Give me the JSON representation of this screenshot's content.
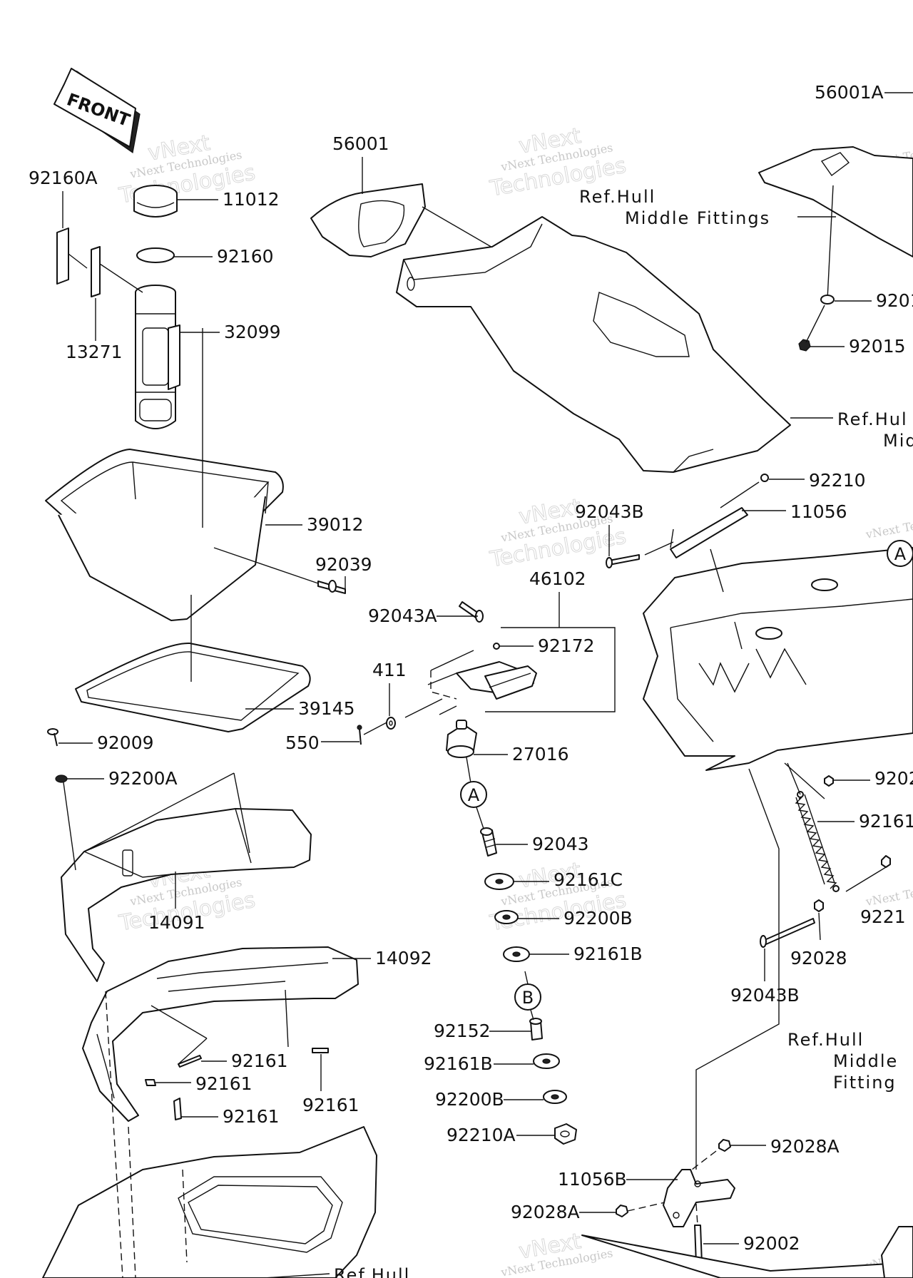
{
  "front_badge": "FRONT",
  "watermark": {
    "line1": "vNext",
    "line2": "Technologies",
    "full": "vNext Technologies"
  },
  "labels": {
    "p56001A": "56001A",
    "p56001": "56001",
    "p92160A": "92160A",
    "p11012": "11012",
    "p92160": "92160",
    "p32099": "32099",
    "p13271": "13271",
    "p92015": "92015",
    "p92210": "92210",
    "p92043B_top": "92043B",
    "p11056": "11056",
    "p46102": "46102",
    "p39012": "39012",
    "p92039": "92039",
    "p92043A": "92043A",
    "p92172": "92172",
    "p411": "411",
    "p39145": "39145",
    "p550": "550",
    "p27016": "27016",
    "p92009": "92009",
    "p92200A": "92200A",
    "p92043": "92043",
    "p92161C": "92161C",
    "p92200B_a": "92200B",
    "p92161B_a": "92161B",
    "p14091": "14091",
    "p14092": "14092",
    "p92152": "92152",
    "p92161B_b": "92161B",
    "p92200B_b": "92200B",
    "p92210A": "92210A",
    "p92161_a": "92161",
    "p92161_b": "92161",
    "p92161_c": "92161",
    "p92161_d": "92161",
    "p92028": "92028",
    "p92043B_bot": "92043B",
    "p92028A_a": "92028A",
    "p11056B": "11056B",
    "p92028A_b": "92028A",
    "p92002": "92002",
    "cut_9201": "9201",
    "cut_9202": "9202",
    "cut_92161": "92161",
    "cut_9221": "9221"
  },
  "refs": {
    "top_line1": "Ref.Hull",
    "top_line2": "Middle Fittings",
    "right_line1": "Ref.Hul",
    "right_line2": "Mid",
    "mid_line1": "Ref.Hull",
    "mid_line2": "Middle",
    "mid_line3": "Fitting",
    "bottom_line1": "Ref.Hull"
  },
  "circle_markers": {
    "a_main": "A",
    "b_main": "B",
    "a_right": "A"
  }
}
